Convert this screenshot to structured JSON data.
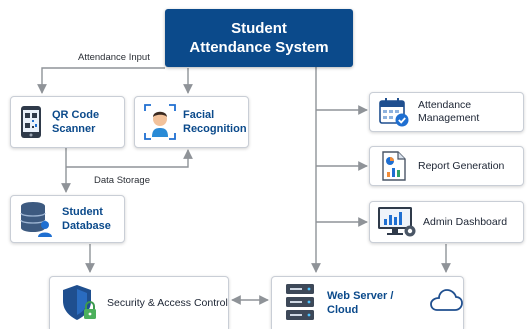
{
  "title": {
    "line1": "Student",
    "line2": "Attendance System"
  },
  "nodes": {
    "qr": {
      "line1": "QR Code",
      "line2": "Scanner"
    },
    "facial": {
      "line1": "Facial",
      "line2": "Recognition"
    },
    "database": {
      "line1": "Student",
      "line2": "Database"
    },
    "attendance": {
      "line1": "Attendance",
      "line2": "Management"
    },
    "report": {
      "label": "Report Generation"
    },
    "admin": {
      "label": "Admin Dashboard"
    },
    "security": {
      "label": "Security & Access Control"
    },
    "webserver": {
      "label": "Web Server / Cloud"
    }
  },
  "edge_labels": {
    "input": "Attendance Input",
    "storage": "Data Storage"
  },
  "colors": {
    "accent": "#0b4a8b",
    "arrow": "#8f9398",
    "box_border": "#c9ced6"
  },
  "icons": {
    "qr": "qr-phone-icon",
    "facial": "face-scan-icon",
    "database": "database-user-icon",
    "attendance": "calendar-check-icon",
    "report": "report-chart-icon",
    "admin": "dashboard-monitor-icon",
    "security": "shield-lock-icon",
    "webserver": "server-cloud-icon"
  }
}
